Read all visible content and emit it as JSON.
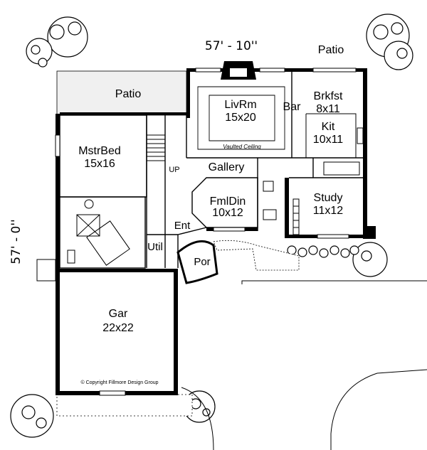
{
  "plan": {
    "width_dimension": "57' - 10''",
    "depth_dimension": "57' - 0''",
    "copyright": "© Copyright Fillmore Design Group",
    "rooms": {
      "patio_top": "Patio",
      "patio_left": "Patio",
      "living_name": "LivRm",
      "living_size": "15x20",
      "vaulted": "Vaulted Ceiling",
      "bar": "Bar",
      "breakfast_name": "Brkfst",
      "breakfast_size": "8x11",
      "kitchen_name": "Kit",
      "kitchen_size": "10x11",
      "master_name": "MstrBed",
      "master_size": "15x16",
      "gallery": "Gallery",
      "up": "UP",
      "dining_name": "FmlDin",
      "dining_size": "10x12",
      "study_name": "Study",
      "study_size": "11x12",
      "entry": "Ent",
      "utility": "Util",
      "porch": "Por",
      "garage_name": "Gar",
      "garage_size": "22x22"
    }
  }
}
